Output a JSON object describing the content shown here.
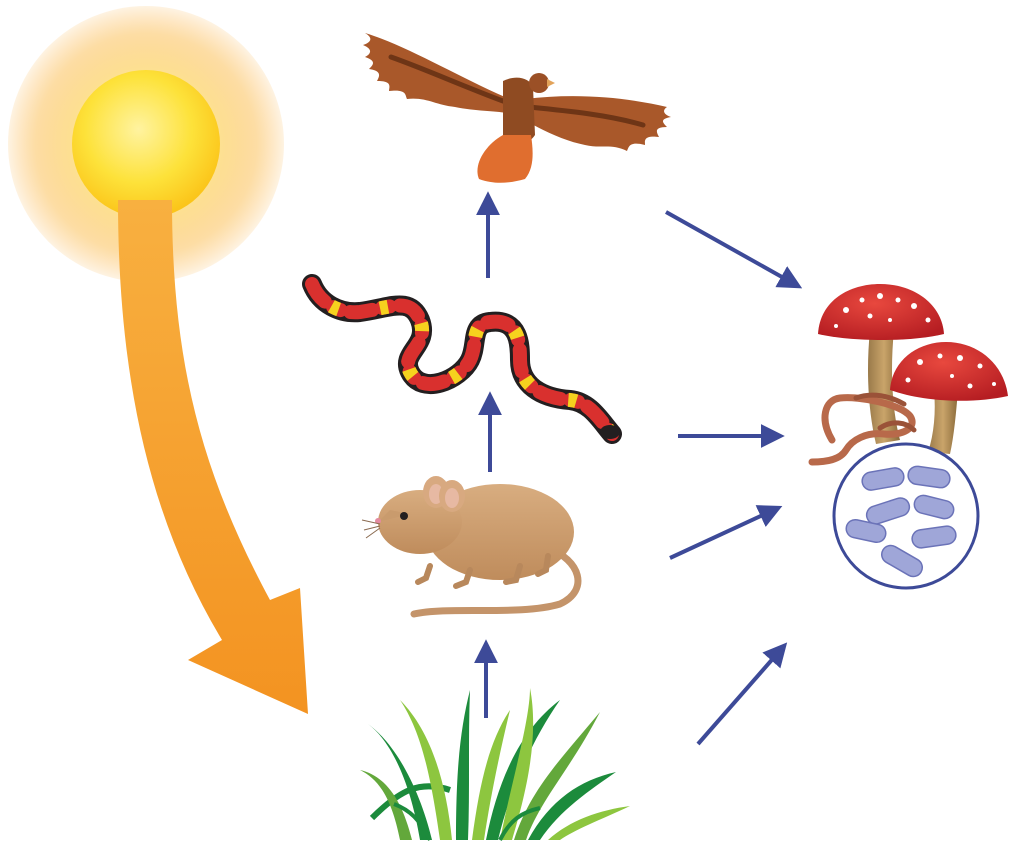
{
  "diagram": {
    "type": "food-web",
    "nodes": [
      {
        "id": "sun",
        "icon": "sun-icon"
      },
      {
        "id": "grass",
        "icon": "grass-icon"
      },
      {
        "id": "mouse",
        "icon": "mouse-icon"
      },
      {
        "id": "snake",
        "icon": "snake-icon"
      },
      {
        "id": "hawk",
        "icon": "hawk-icon"
      },
      {
        "id": "decomposers",
        "icon": "decomposers-icon",
        "parts": [
          "mushroom-icon",
          "worm-icon",
          "bacteria-icon"
        ]
      }
    ],
    "edges": [
      {
        "from": "sun",
        "to": "grass",
        "style": "large-orange-arrow"
      },
      {
        "from": "grass",
        "to": "mouse"
      },
      {
        "from": "mouse",
        "to": "snake"
      },
      {
        "from": "snake",
        "to": "hawk"
      },
      {
        "from": "hawk",
        "to": "decomposers"
      },
      {
        "from": "snake",
        "to": "decomposers"
      },
      {
        "from": "mouse",
        "to": "decomposers"
      },
      {
        "from": "grass",
        "to": "decomposers"
      }
    ]
  },
  "colors": {
    "arrow": "#3d4a98",
    "sun_arrow": "#f39a21",
    "sun_core": "#fdd21c",
    "sun_glow": "#fbb040",
    "hawk": "#a9582a",
    "mouse": "#c99b6d",
    "snake_red": "#d9302e",
    "snake_yellow": "#f6d21e",
    "snake_black": "#231f20",
    "grass_dark": "#1c8b3c",
    "grass_light": "#8dc63f",
    "mushroom_cap": "#d42a2c",
    "worm": "#b8694a",
    "bacteria": "#9fa6d8"
  }
}
